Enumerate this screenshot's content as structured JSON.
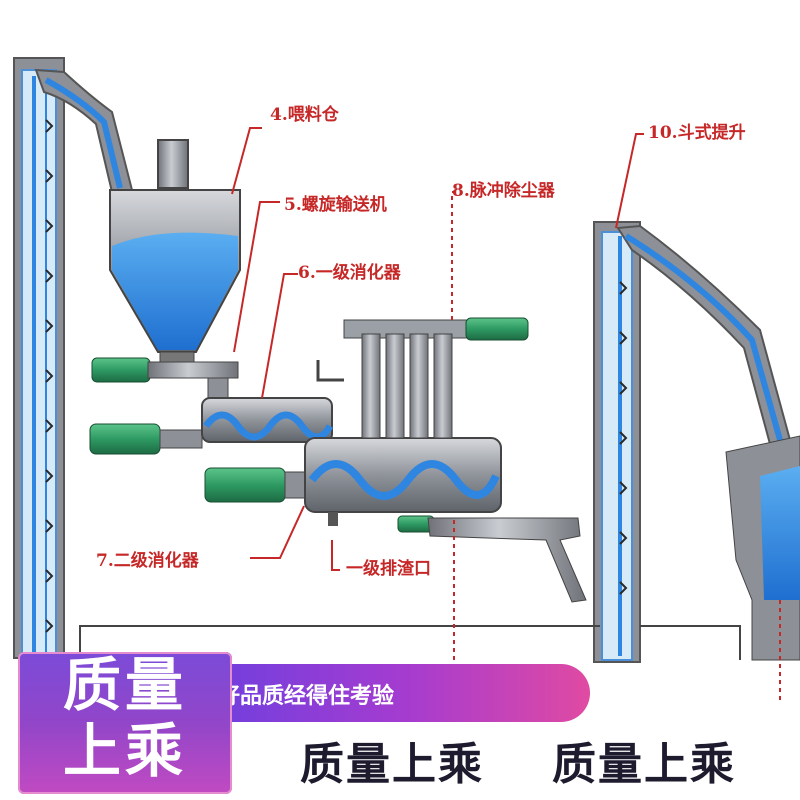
{
  "labels": {
    "silo": "4.喂料仓",
    "screw": "5.螺旋输送机",
    "stage1": "6.一级消化器",
    "dust": "8.脉冲除尘器",
    "elevator": "10.斗式提升",
    "stage2": "7.二级消化器",
    "slag": "一级排渣口"
  },
  "banner": {
    "badge_line1": "质量",
    "badge_line2": "上乘",
    "slogan": "好品质经得住考验",
    "tag1": "质量上乘",
    "tag2": "质量上乘"
  },
  "colors": {
    "blue": "#2f86e0",
    "steel": "#8c8f96",
    "green": "#2e9a63",
    "red": "#c62828",
    "purple": "#7b4bd8",
    "pink": "#e04aa2"
  }
}
